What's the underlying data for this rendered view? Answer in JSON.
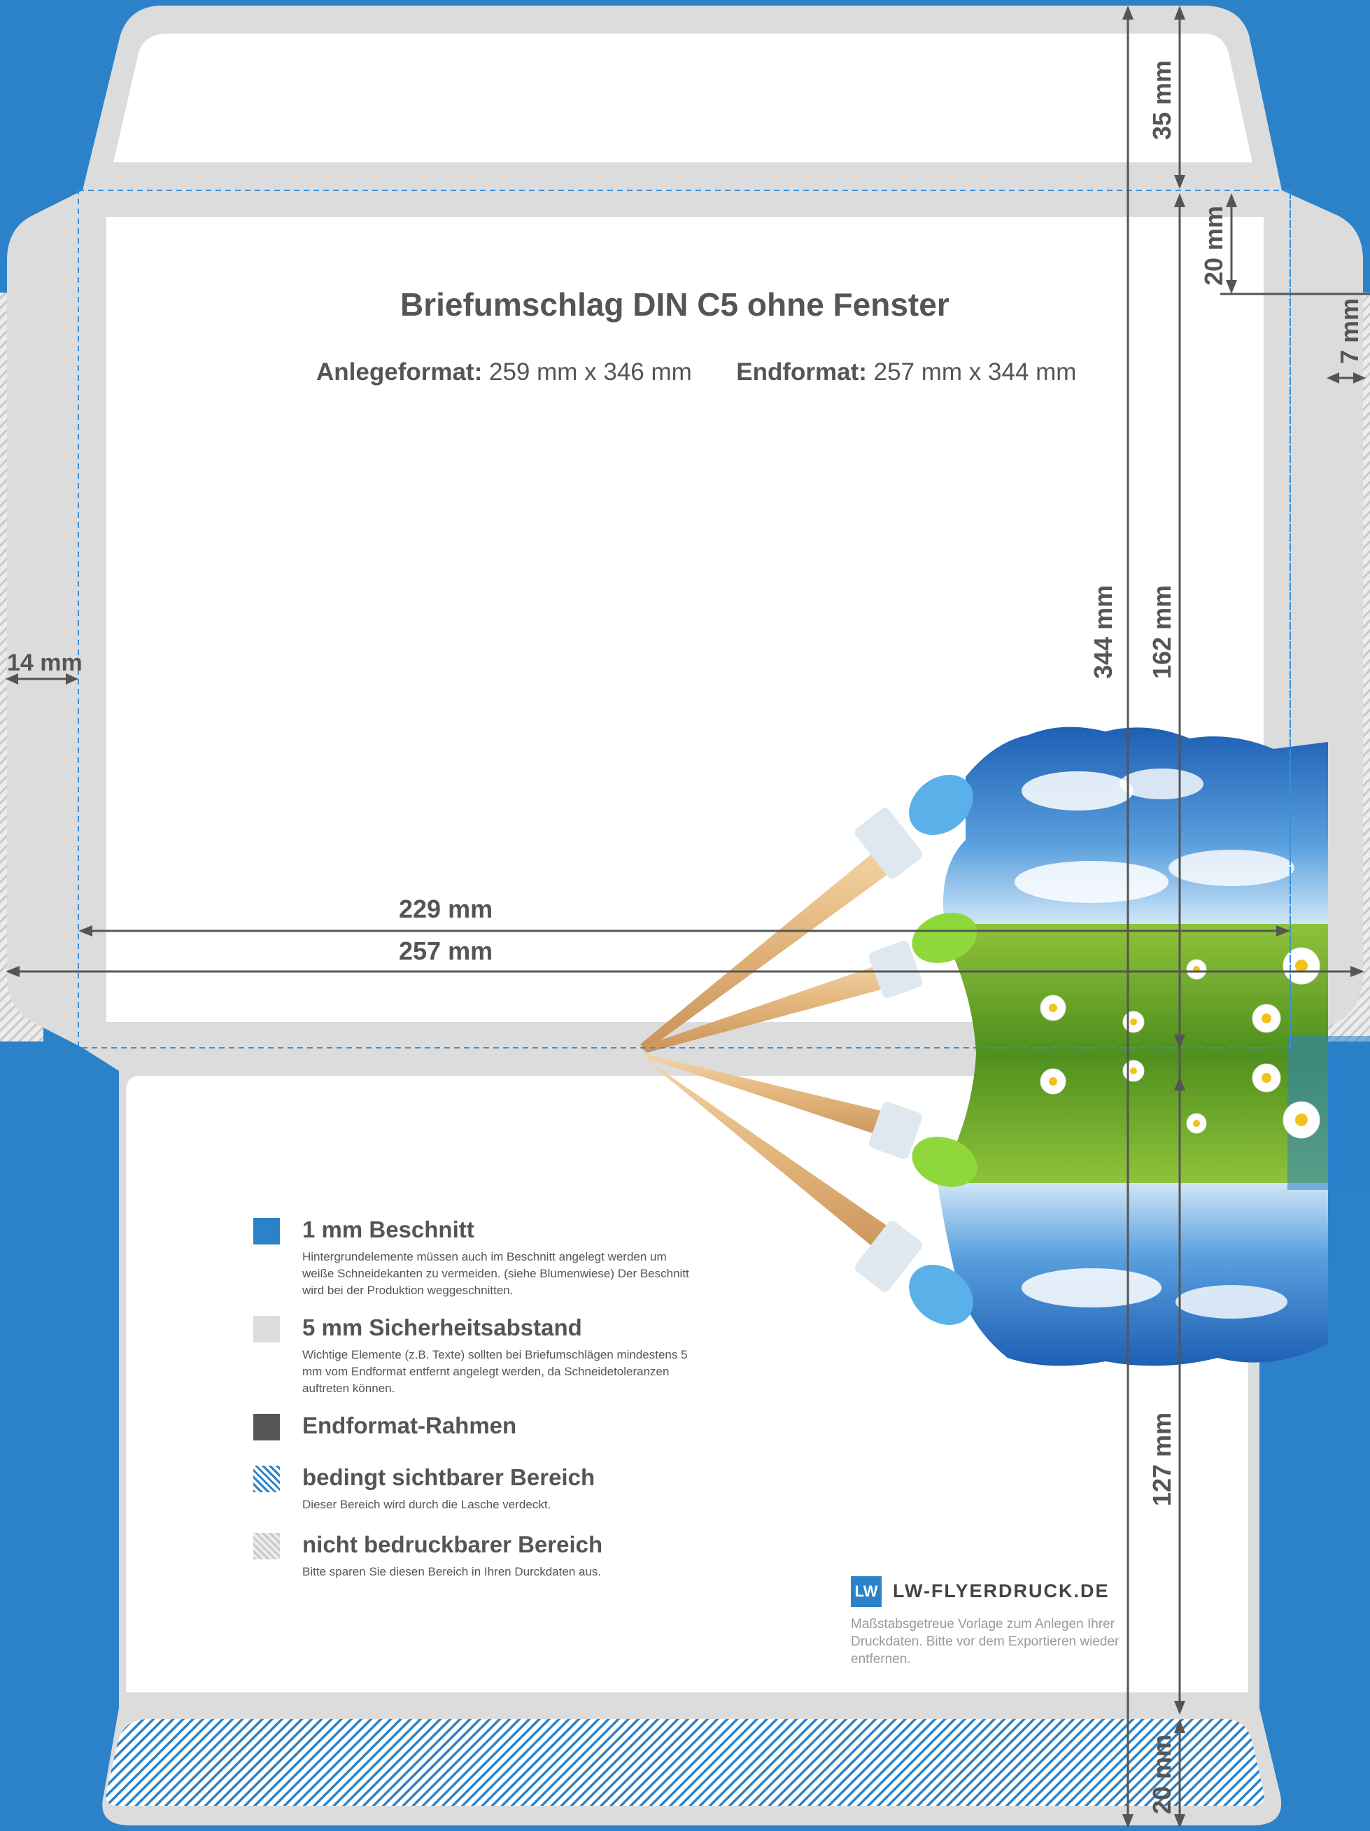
{
  "header": {
    "title": "Briefumschlag DIN C5 ohne Fenster",
    "anlage_label": "Anlegeformat:",
    "anlage_value": "259 mm x 346 mm",
    "end_label": "Endformat:",
    "end_value": "257 mm x 344 mm"
  },
  "dimensions": {
    "flap_top": "35 mm",
    "flap_overlap": "20 mm",
    "side_right": "7 mm",
    "side_left": "14 mm",
    "total_height": "344 mm",
    "upper_height": "162 mm",
    "lower_height": "127 mm",
    "bottom_flap": "20 mm",
    "inner_width": "229 mm",
    "total_width": "257 mm"
  },
  "legend": [
    {
      "title": "1 mm Beschnitt",
      "desc": "Hintergrundelemente müssen auch im Beschnitt angelegt werden um weiße Schneidekanten zu vermeiden. (siehe Blumenwiese) Der Beschnitt wird bei der Produktion weggeschnitten.",
      "swatch": "#2b82c9"
    },
    {
      "title": "5 mm Sicherheitsabstand",
      "desc": "Wichtige Elemente (z.B. Texte) sollten bei Briefumschlägen mindestens 5 mm vom Endformat entfernt angelegt werden, da Schneidetoleranzen auftreten können.",
      "swatch": "#dcdcdc"
    },
    {
      "title": "Endformat-Rahmen",
      "desc": "",
      "swatch": "#555555"
    },
    {
      "title": "bedingt sichtbarer Bereich",
      "desc": "Dieser Bereich wird durch die Lasche verdeckt.",
      "swatch": "hatch-blue"
    },
    {
      "title": "nicht bedruckbarer Bereich",
      "desc": "Bitte sparen Sie diesen Bereich in Ihren Durckdaten aus.",
      "swatch": "hatch-grey"
    }
  ],
  "brand": {
    "logo_letters": "LW",
    "name": "LW-FLYERDRUCK.DE",
    "note": "Maßstabsgetreue Vorlage zum Anlegen Ihrer Druckdaten. Bitte vor dem Exportieren wieder entfernen."
  },
  "colors": {
    "bleed_blue": "#2b82c9",
    "safety_grey": "#dcdcdc",
    "frame_dark": "#555555",
    "cut_line": "#3a8fd6"
  },
  "decoration": {
    "image": "paint-brushes-painting-landscape"
  }
}
